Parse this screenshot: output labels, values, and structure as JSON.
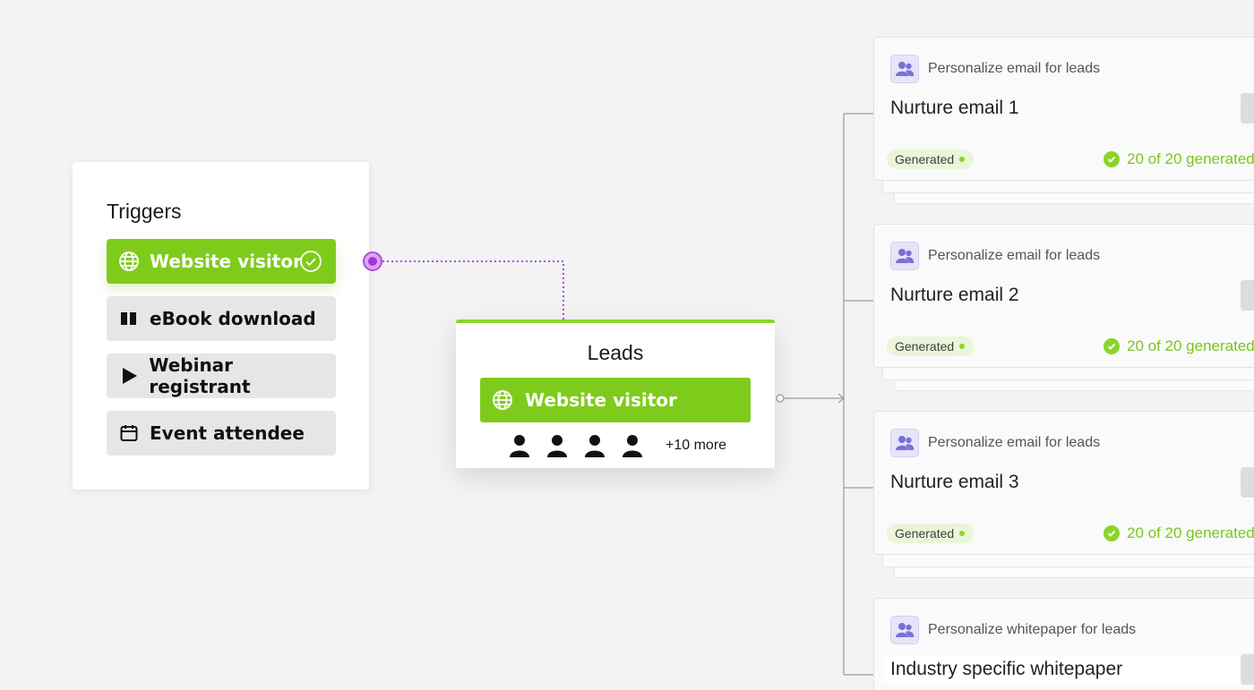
{
  "triggers": {
    "title": "Triggers",
    "items": [
      {
        "label": "Website visitor",
        "icon": "globe-icon",
        "active": true
      },
      {
        "label": "eBook download",
        "icon": "book-icon",
        "active": false
      },
      {
        "label": "Webinar registrant",
        "icon": "play-icon",
        "active": false
      },
      {
        "label": "Event attendee",
        "icon": "calendar-icon",
        "active": false
      }
    ]
  },
  "leads": {
    "title": "Leads",
    "source_label": "Website visitor",
    "more_label": "+10 more"
  },
  "cards": [
    {
      "type_label": "Personalize email for leads",
      "title": "Nurture email 1",
      "status": "Generated",
      "progress": "20 of 20 generated"
    },
    {
      "type_label": "Personalize email for leads",
      "title": "Nurture email 2",
      "status": "Generated",
      "progress": "20 of 20 generated"
    },
    {
      "type_label": "Personalize email for leads",
      "title": "Nurture email 3",
      "status": "Generated",
      "progress": "20 of 20 generated"
    },
    {
      "type_label": "Personalize whitepaper for leads",
      "title": "Industry specific whitepaper"
    }
  ],
  "colors": {
    "accent_green": "#7fcb1c",
    "connector_purple": "#a932dc",
    "icon_purple": "#7b6fd6"
  }
}
